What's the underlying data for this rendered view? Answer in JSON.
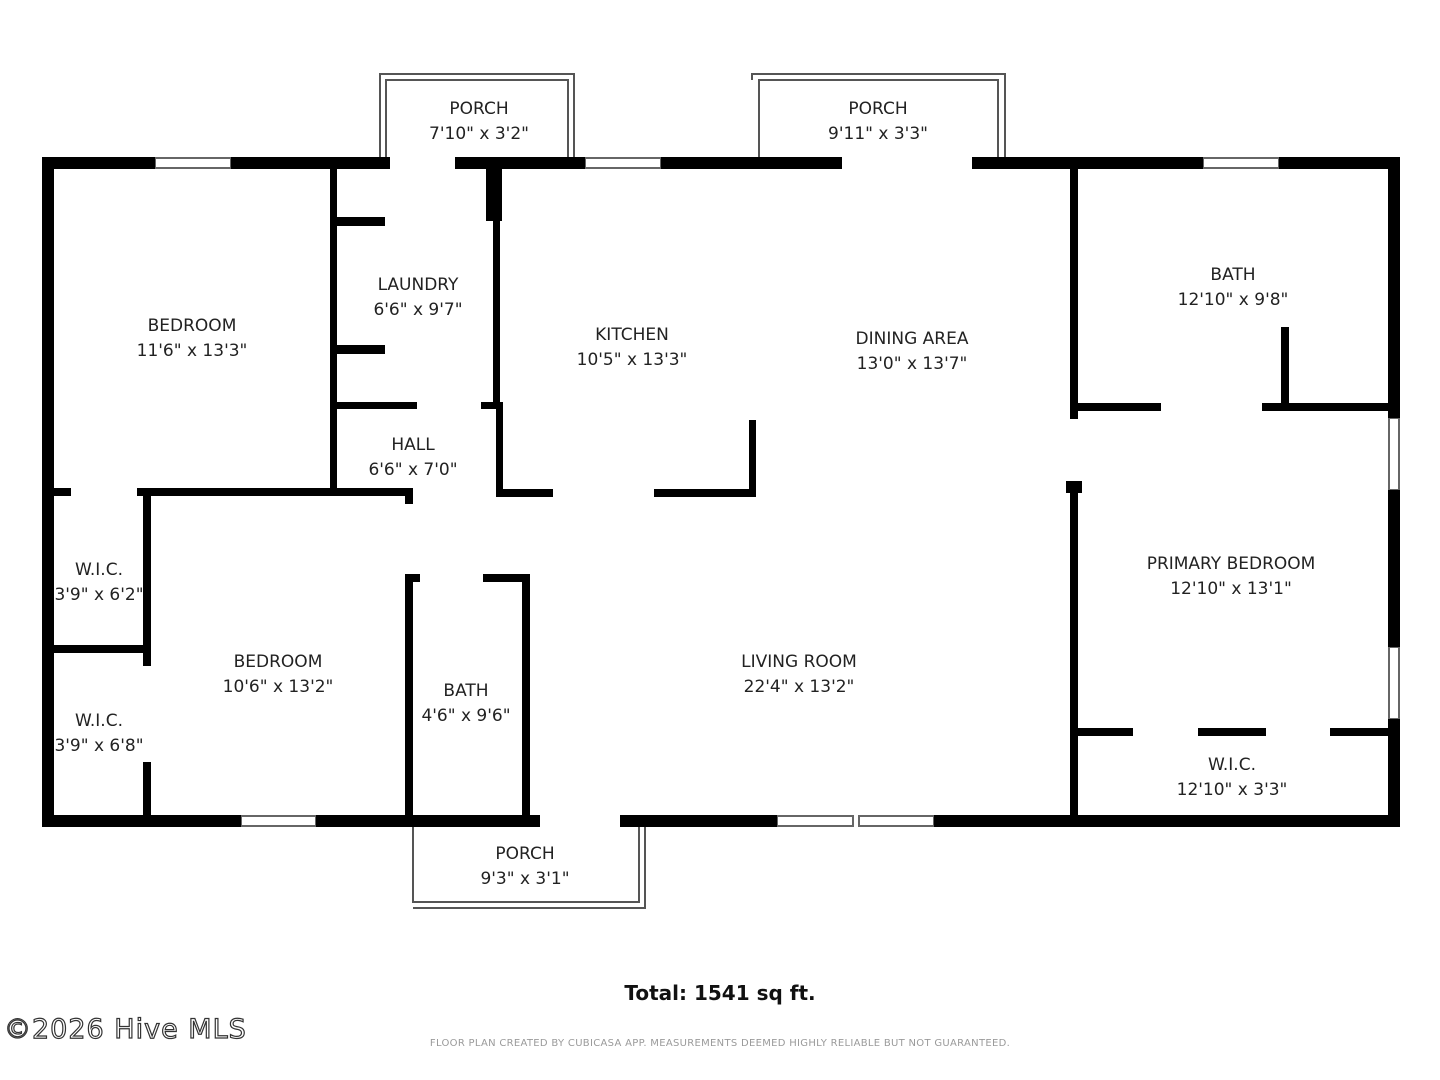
{
  "rooms": [
    {
      "name": "PORCH",
      "dims": "7'10\" x 3'2\""
    },
    {
      "name": "PORCH",
      "dims": "9'11\" x 3'3\""
    },
    {
      "name": "BEDROOM",
      "dims": "11'6\" x 13'3\""
    },
    {
      "name": "LAUNDRY",
      "dims": "6'6\" x 9'7\""
    },
    {
      "name": "KITCHEN",
      "dims": "10'5\" x 13'3\""
    },
    {
      "name": "DINING AREA",
      "dims": "13'0\" x 13'7\""
    },
    {
      "name": "BATH",
      "dims": "12'10\" x 9'8\""
    },
    {
      "name": "HALL",
      "dims": "6'6\" x 7'0\""
    },
    {
      "name": "W.I.C.",
      "dims": "3'9\" x 6'2\""
    },
    {
      "name": "BEDROOM",
      "dims": "10'6\" x 13'2\""
    },
    {
      "name": "BATH",
      "dims": "4'6\" x 9'6\""
    },
    {
      "name": "LIVING ROOM",
      "dims": "22'4\" x 13'2\""
    },
    {
      "name": "PRIMARY BEDROOM",
      "dims": "12'10\" x 13'1\""
    },
    {
      "name": "W.I.C.",
      "dims": "3'9\" x 6'8\""
    },
    {
      "name": "W.I.C.",
      "dims": "12'10\" x 3'3\""
    },
    {
      "name": "PORCH",
      "dims": "9'3\" x 3'1\""
    }
  ],
  "total": "Total: 1541 sq ft.",
  "watermark": "©2026 Hive MLS",
  "disclaimer": "FLOOR PLAN CREATED BY CUBICASA APP. MEASUREMENTS DEEMED HIGHLY RELIABLE BUT NOT GUARANTEED."
}
